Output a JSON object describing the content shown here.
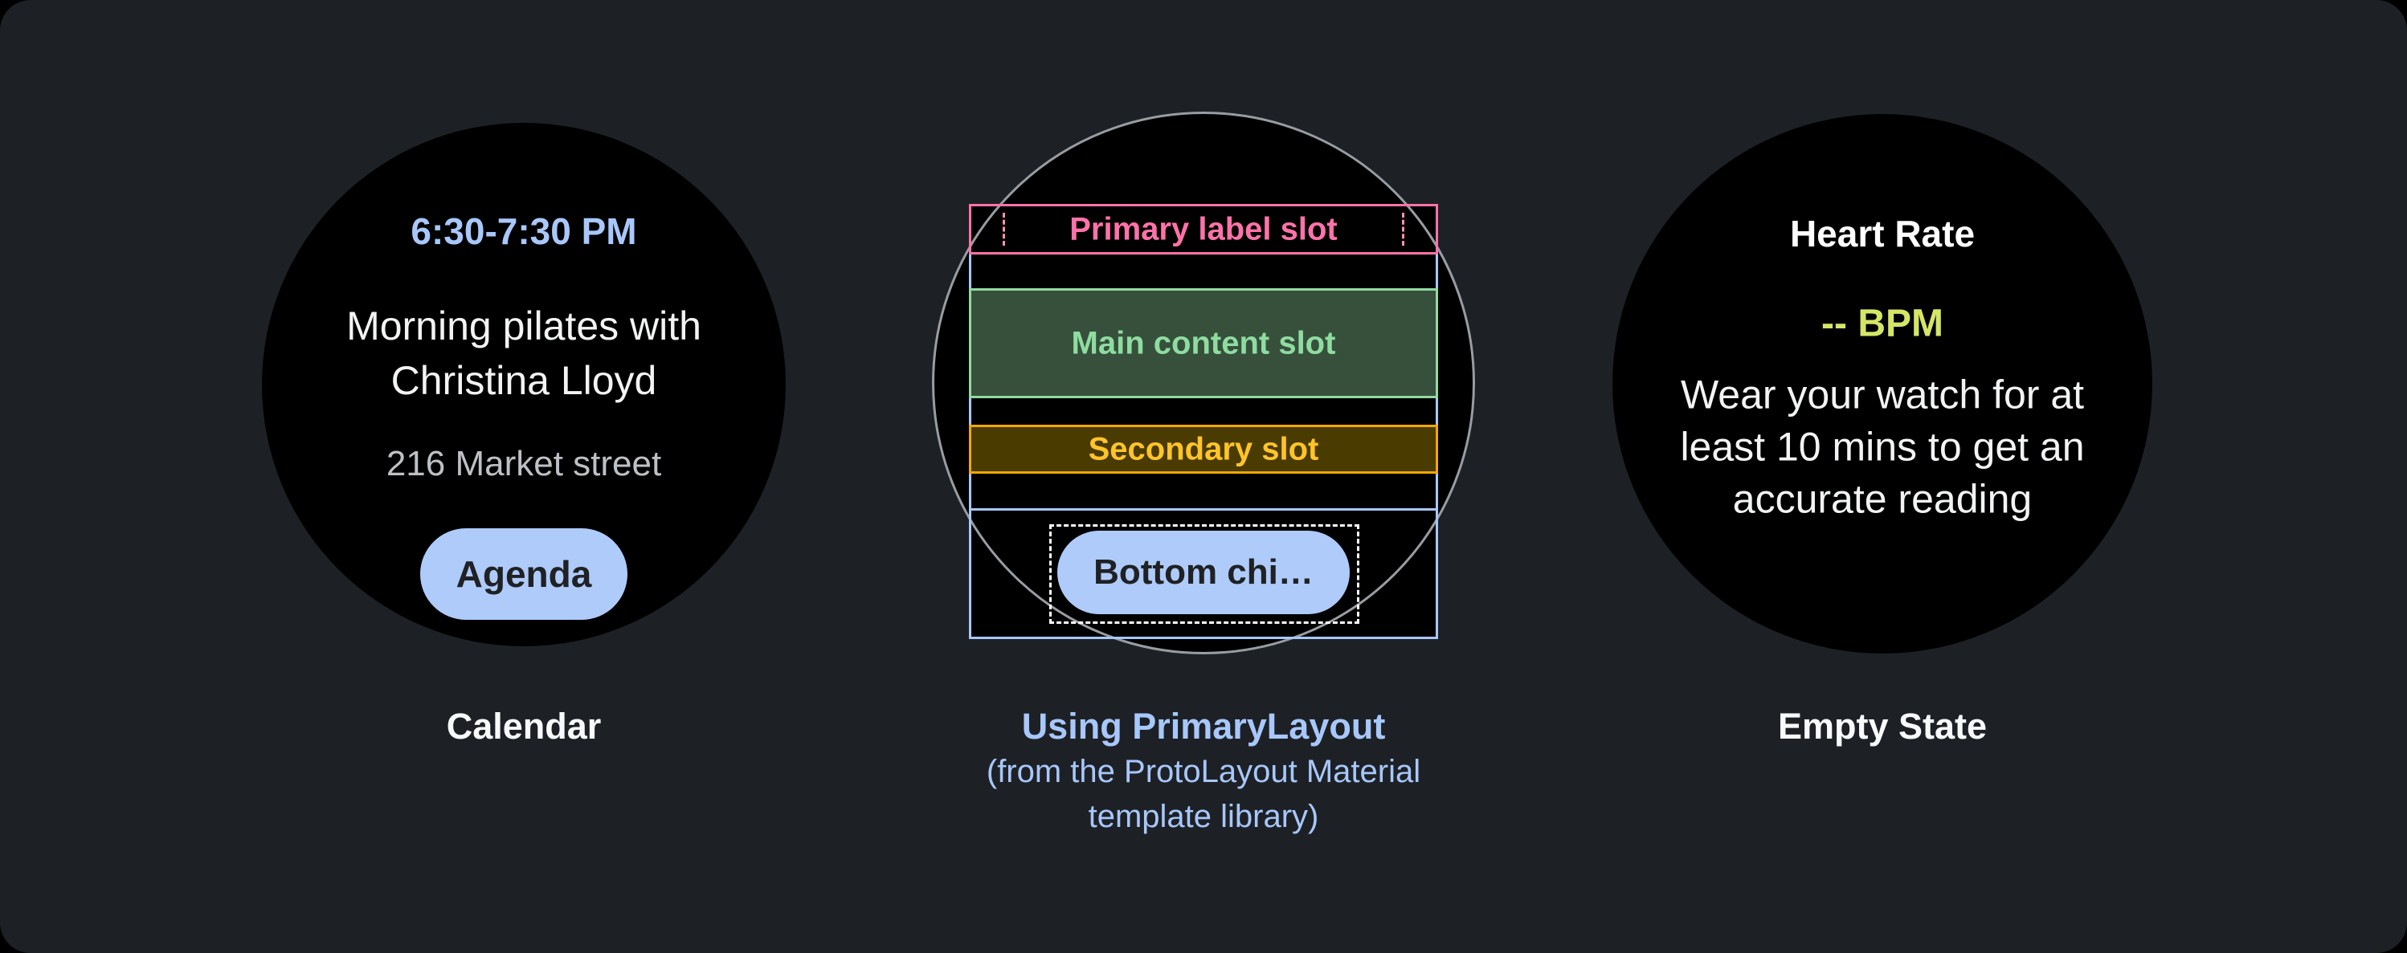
{
  "colors": {
    "canvas_bg": "#000000",
    "panel_bg": "#1D2126",
    "watch_face": "#000000",
    "ring_gray": "#989DA3",
    "accent_blue": "#A8C7FA",
    "chip_fill": "#AECBFA",
    "chip_text": "#202124",
    "slot_pink": "#FF72A9",
    "slot_green_border": "#92D9A2",
    "slot_green_fill": "#36503C",
    "slot_green_text": "#8FDCA0",
    "slot_gold_border": "#F1A800",
    "slot_gold_fill": "#4A3B00",
    "slot_gold_text": "#FFC42A",
    "lime_value": "#D5E667",
    "primary_text": "#F1F3F4",
    "secondary_text": "#BDC1C6"
  },
  "calendar_tile": {
    "time_range": "6:30-7:30 PM",
    "title": "Morning pilates with Christina Lloyd",
    "location": "216 Market street",
    "button_label": "Agenda",
    "caption": "Calendar"
  },
  "layout_diagram": {
    "primary_label_slot": "Primary label slot",
    "main_content_slot": "Main content slot",
    "secondary_slot": "Secondary slot",
    "bottom_chip_label": "Bottom chi…",
    "caption_title": "Using PrimaryLayout",
    "caption_sub_line1": "(from the ProtoLayout Material",
    "caption_sub_line2": "template library)"
  },
  "heart_rate_tile": {
    "title": "Heart Rate",
    "value": "-- BPM",
    "message": "Wear your watch for at least 10 mins to get an accurate reading",
    "caption": "Empty State"
  }
}
